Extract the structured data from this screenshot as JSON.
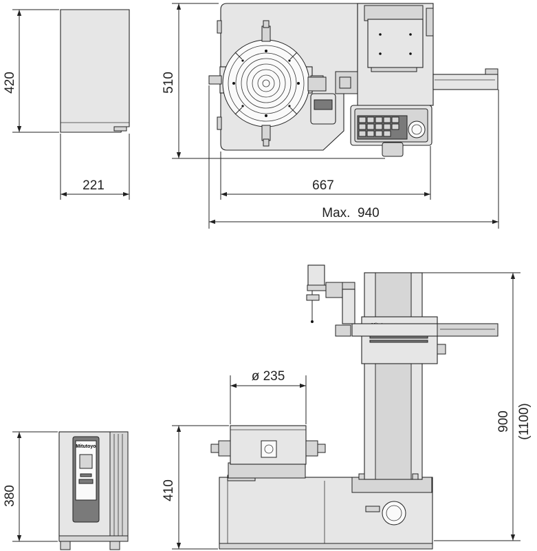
{
  "drawing": {
    "title": "",
    "dimensions": {
      "controller_height_top": "420",
      "controller_width": "221",
      "main_depth": "510",
      "main_width": "667",
      "max_width": "Max.  940",
      "turntable_diameter": "ø 235",
      "controller_height_side": "380",
      "table_height": "410",
      "column_height": "900",
      "column_height_max": "(1100)"
    },
    "labels": {
      "brand_plate": "Mitutoyo"
    }
  }
}
